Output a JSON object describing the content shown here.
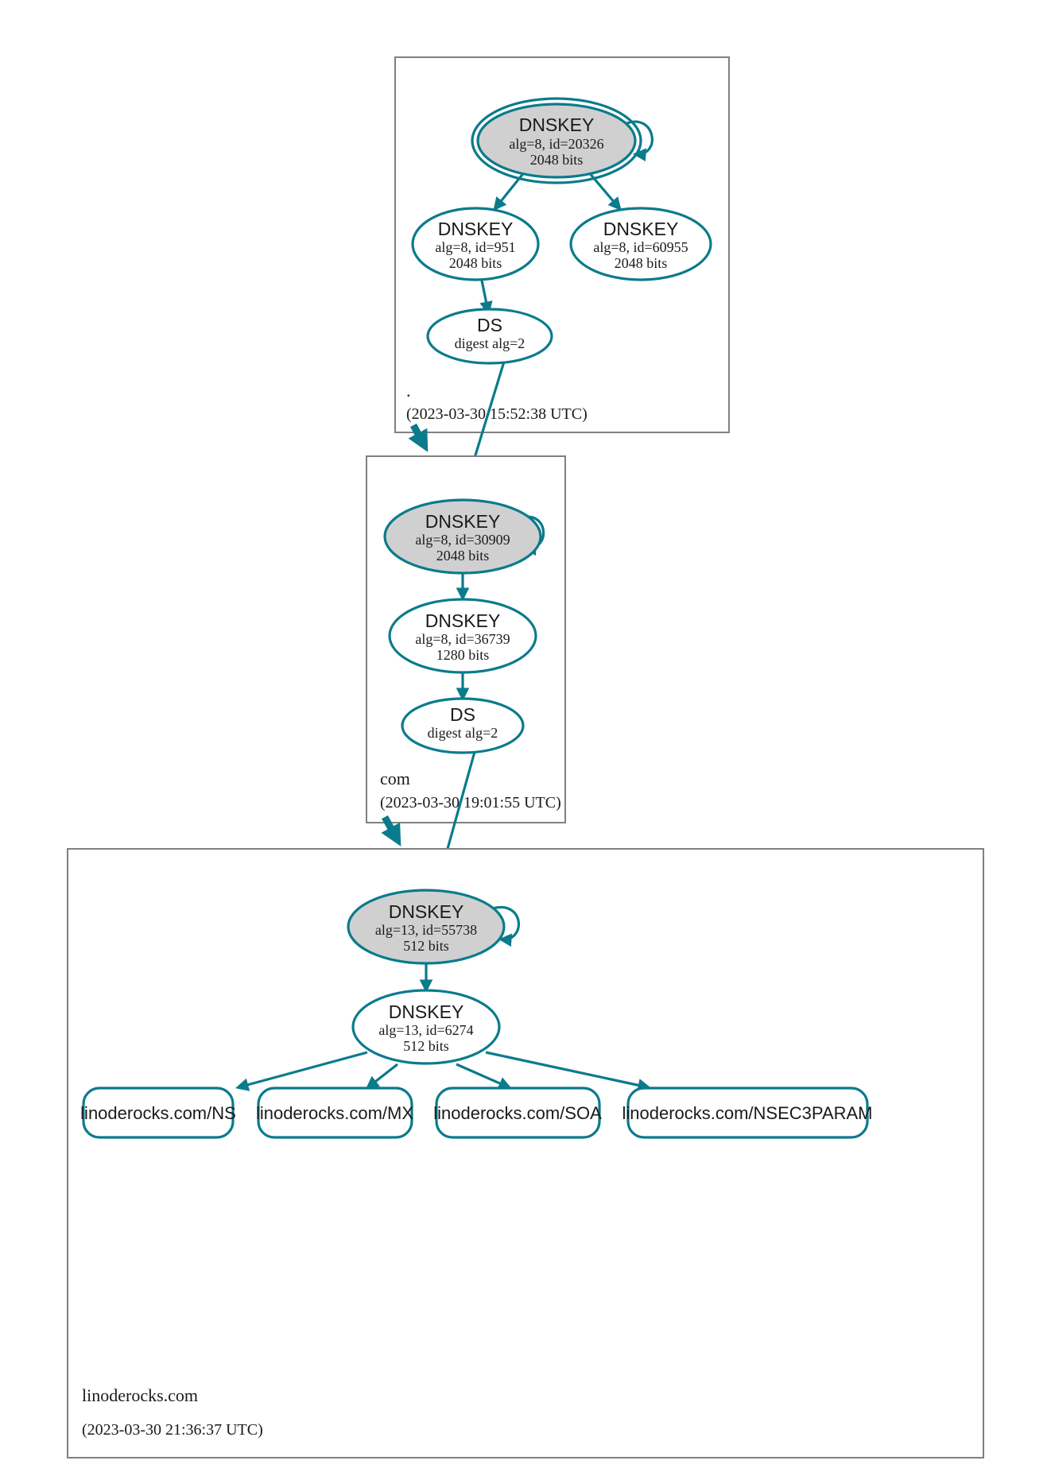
{
  "diagram": {
    "kind": "dnssec-authentication-chain",
    "colors": {
      "edge": "#0a7b8c",
      "node_stroke": "#0a7b8c",
      "secure_key_fill": "#d0d0d0",
      "zone_box_stroke": "#808080",
      "background": "#ffffff",
      "text": "#1a1a1a"
    }
  },
  "zones": [
    {
      "id": "root",
      "name": ".",
      "timestamp": "(2023-03-30 15:52:38 UTC)",
      "nodes": [
        {
          "id": "root-ksk",
          "type": "DNSKEY",
          "title": "DNSKEY",
          "line2": "alg=8, id=20326",
          "line3": "2048 bits",
          "alg": 8,
          "key_id": 20326,
          "bits": 2048,
          "trust_anchor": true,
          "shaded": true,
          "self_signed": true
        },
        {
          "id": "root-zsk-951",
          "type": "DNSKEY",
          "title": "DNSKEY",
          "line2": "alg=8, id=951",
          "line3": "2048 bits",
          "alg": 8,
          "key_id": 951,
          "bits": 2048,
          "trust_anchor": false,
          "shaded": false,
          "self_signed": false
        },
        {
          "id": "root-zsk-60955",
          "type": "DNSKEY",
          "title": "DNSKEY",
          "line2": "alg=8, id=60955",
          "line3": "2048 bits",
          "alg": 8,
          "key_id": 60955,
          "bits": 2048,
          "trust_anchor": false,
          "shaded": false,
          "self_signed": false
        },
        {
          "id": "root-ds",
          "type": "DS",
          "title": "DS",
          "line2": "digest alg=2",
          "line3": "",
          "digest_alg": 2
        }
      ]
    },
    {
      "id": "com",
      "name": "com",
      "timestamp": "(2023-03-30 19:01:55 UTC)",
      "nodes": [
        {
          "id": "com-ksk",
          "type": "DNSKEY",
          "title": "DNSKEY",
          "line2": "alg=8, id=30909",
          "line3": "2048 bits",
          "alg": 8,
          "key_id": 30909,
          "bits": 2048,
          "trust_anchor": false,
          "shaded": true,
          "self_signed": true
        },
        {
          "id": "com-zsk",
          "type": "DNSKEY",
          "title": "DNSKEY",
          "line2": "alg=8, id=36739",
          "line3": "1280 bits",
          "alg": 8,
          "key_id": 36739,
          "bits": 1280,
          "trust_anchor": false,
          "shaded": false,
          "self_signed": false
        },
        {
          "id": "com-ds",
          "type": "DS",
          "title": "DS",
          "line2": "digest alg=2",
          "line3": "",
          "digest_alg": 2
        }
      ]
    },
    {
      "id": "linoderocks",
      "name": "linoderocks.com",
      "timestamp": "(2023-03-30 21:36:37 UTC)",
      "nodes": [
        {
          "id": "zone-ksk",
          "type": "DNSKEY",
          "title": "DNSKEY",
          "line2": "alg=13, id=55738",
          "line3": "512 bits",
          "alg": 13,
          "key_id": 55738,
          "bits": 512,
          "trust_anchor": false,
          "shaded": true,
          "self_signed": true
        },
        {
          "id": "zone-zsk",
          "type": "DNSKEY",
          "title": "DNSKEY",
          "line2": "alg=13, id=6274",
          "line3": "512 bits",
          "alg": 13,
          "key_id": 6274,
          "bits": 512,
          "trust_anchor": false,
          "shaded": false,
          "self_signed": false
        }
      ],
      "rrsets": [
        {
          "id": "rrset-ns",
          "label": "linoderocks.com/NS"
        },
        {
          "id": "rrset-mx",
          "label": "linoderocks.com/MX"
        },
        {
          "id": "rrset-soa",
          "label": "linoderocks.com/SOA"
        },
        {
          "id": "rrset-nsec3param",
          "label": "linoderocks.com/NSEC3PARAM"
        }
      ]
    }
  ]
}
